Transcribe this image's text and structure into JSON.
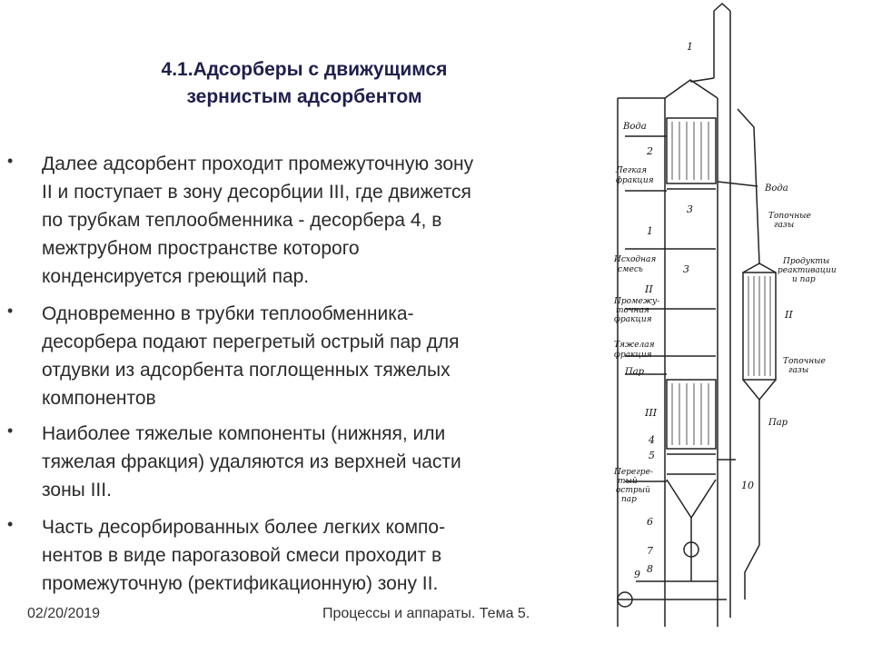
{
  "slide": {
    "title_lines": [
      "4.1.Адсорберы с движущимся",
      "зернистым адсорбентом"
    ],
    "bullets": [
      [
        "Далее адсорбент проходит промежуточную зону",
        "II и поступает в зону десорбции III, где движется",
        "по трубкам теплообменника - десорбера 4, в",
        "межтрубном пространстве которого",
        "конденсируется греющий пар."
      ],
      [
        "Одновременно в трубки теплообменника-",
        "десорбера подают перегретый острый пар для",
        "отдувки из адсорбента поглощенных тяжелых",
        "компонентов"
      ],
      [
        "Наиболее тяжелые компоненты (нижняя, или",
        "тяжелая фракция) удаляются из верхней части",
        "зоны III."
      ],
      [
        "Часть десорбированных более легких компо-",
        "нентов в виде парогазовой смеси проходит в",
        "промежуточную (ректификационную) зону II."
      ]
    ]
  },
  "footer": {
    "date": "02/20/2019",
    "caption": "Процессы и аппараты. Тема 5."
  },
  "diagram": {
    "numbers": [
      "1",
      "2",
      "3",
      "1",
      "3",
      "II",
      "III",
      "4",
      "5",
      "6",
      "7",
      "8",
      "9",
      "10",
      "II"
    ],
    "labels_left": {
      "voda": "Вода",
      "legkaya_1": "Легкая",
      "legkaya_2": "фракция",
      "ishodnaya_1": "Исходная",
      "ishodnaya_2": "смесь",
      "promezh_1": "Промежу-",
      "promezh_2": "точная",
      "promezh_3": "фракция",
      "tyazh_1": "Тяжелая",
      "tyazh_2": "фракция",
      "par": "Пар",
      "ostryi_1": "Перегре-",
      "ostryi_2": "тый",
      "ostryi_3": "острый",
      "ostryi_4": "пар"
    },
    "labels_right": {
      "voda": "Вода",
      "top_gazy_1": "Топочные",
      "top_gazy_2": "газы",
      "produkty_1": "Продукты",
      "produkty_2": "реактивации",
      "produkty_3": "и пар",
      "top_gazy2_1": "Топочные",
      "top_gazy2_2": "газы",
      "par": "Пар"
    }
  }
}
